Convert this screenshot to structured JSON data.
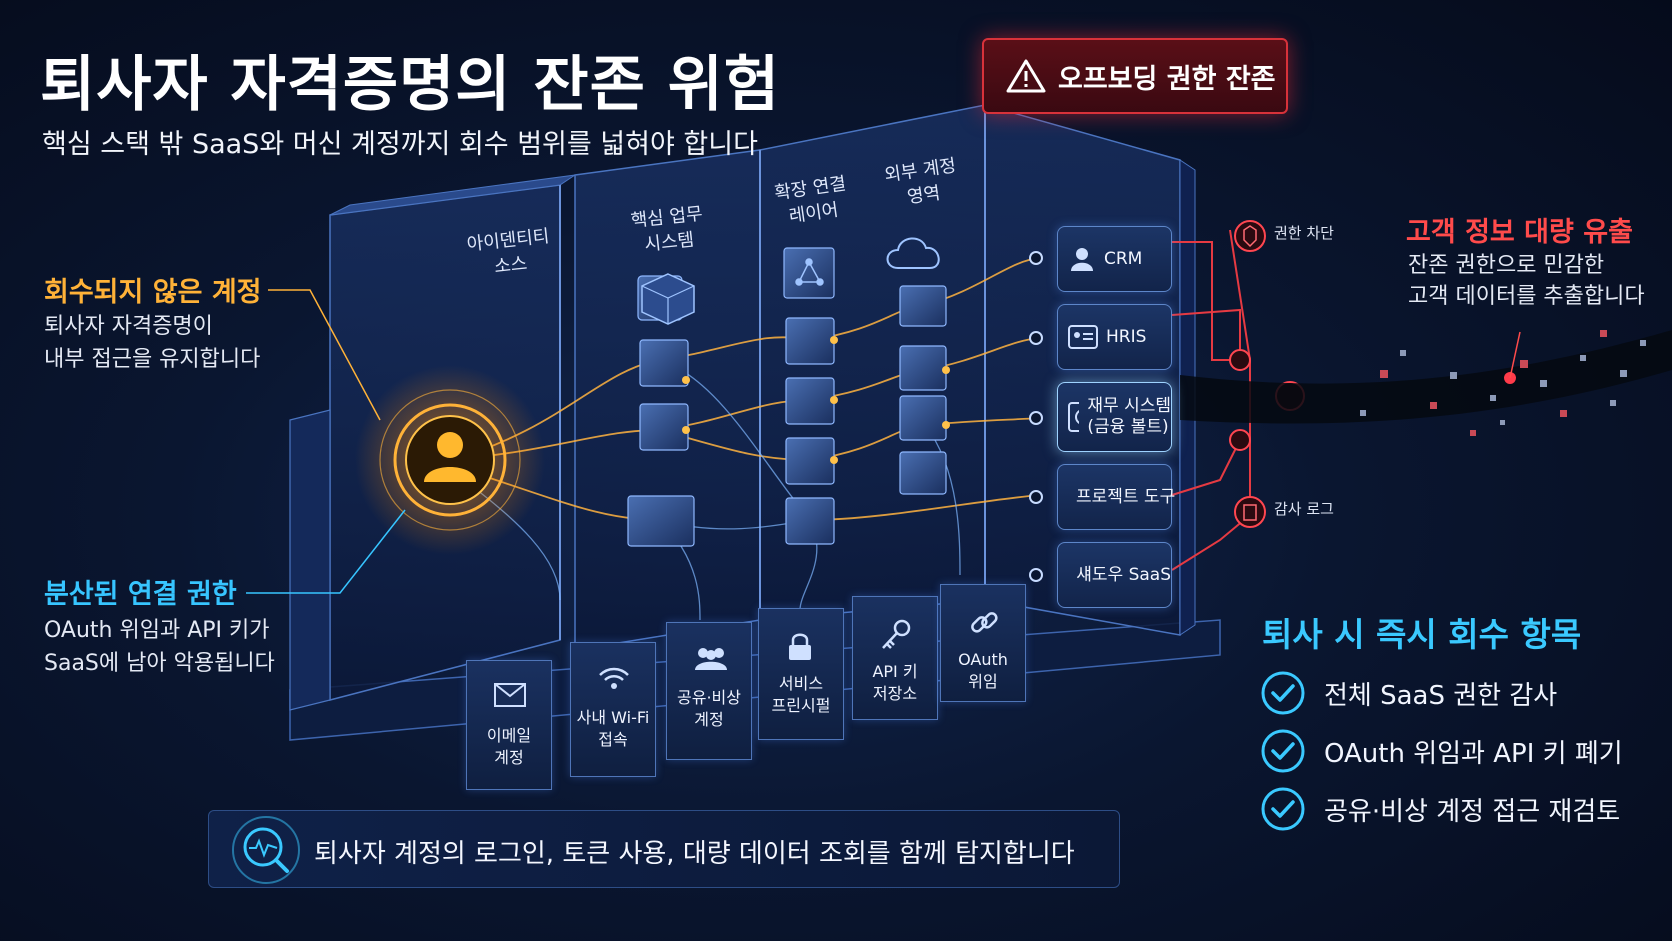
{
  "header": {
    "title": "퇴사자 자격증명의 잔존 위험",
    "subtitle": "핵심 스택 밖 SaaS와 머신 계정까지 회수 범위를 넓혀야 합니다"
  },
  "alert": {
    "label": "오프보딩 권한 잔존",
    "icon": "warning-triangle-icon",
    "color": "#d8323a"
  },
  "left_callouts": {
    "unrevoked": {
      "title": "회수되지 않은 계정",
      "line1": "퇴사자 자격증명이",
      "line2": "내부 접근을 유지합니다",
      "color": "#ffb238"
    },
    "distributed": {
      "title": "분산된 연결 권한",
      "line1": "OAuth 위임과 API 키가",
      "line2": "SaaS에 남아 악용됩니다",
      "color": "#37c5ff"
    }
  },
  "zones": {
    "identity": {
      "line1": "아이덴티티",
      "line2": "소스"
    },
    "core": {
      "line1": "핵심 업무",
      "line2": "시스템"
    },
    "extension": {
      "line1": "확장 연결",
      "line2": "레이어"
    },
    "external": {
      "line1": "외부 계정",
      "line2": "영역"
    }
  },
  "saas_apps": [
    {
      "label": "CRM",
      "icon": "user-card-icon"
    },
    {
      "label": "HRIS",
      "icon": "id-card-icon"
    },
    {
      "label": "재무 시스템",
      "label2": "(금융 볼트)",
      "icon": "vault-icon"
    },
    {
      "label": "프로젝트 도구",
      "icon": "checklist-icon"
    },
    {
      "label": "섀도우 SaaS",
      "icon": "cloud-icon"
    }
  ],
  "bottom_items": [
    {
      "line1": "이메일",
      "line2": "계정",
      "icon": "mail-icon"
    },
    {
      "line1": "사내 Wi-Fi",
      "line2": "접속",
      "icon": "wifi-icon"
    },
    {
      "line1": "공유·비상",
      "line2": "계정",
      "icon": "group-icon"
    },
    {
      "line1": "서비스",
      "line2": "프린시펄",
      "icon": "lock-icon"
    },
    {
      "line1": "API 키",
      "line2": "저장소",
      "icon": "key-icon"
    },
    {
      "line1": "OAuth",
      "line2": "위임",
      "icon": "link-icon"
    }
  ],
  "security_tags": {
    "block": "권한 차단",
    "audit": "감사 로그"
  },
  "leak": {
    "title": "고객 정보 대량 유출",
    "line1": "잔존 권한으로 민감한",
    "line2": "고객 데이터를 추출합니다",
    "color": "#ff4b4b"
  },
  "detection": {
    "text": "퇴사자 계정의 로그인, 토큰 사용, 대량 데이터 조회를 함께 탐지합니다",
    "icon": "search-pulse-icon"
  },
  "checklist": {
    "title": "퇴사 시 즉시 회수 항목",
    "items": [
      "전체 SaaS 권한 감사",
      "OAuth 위임과 API 키 폐기",
      "공유·비상 계정 접근 재검토"
    ],
    "color": "#3ac9ff"
  }
}
